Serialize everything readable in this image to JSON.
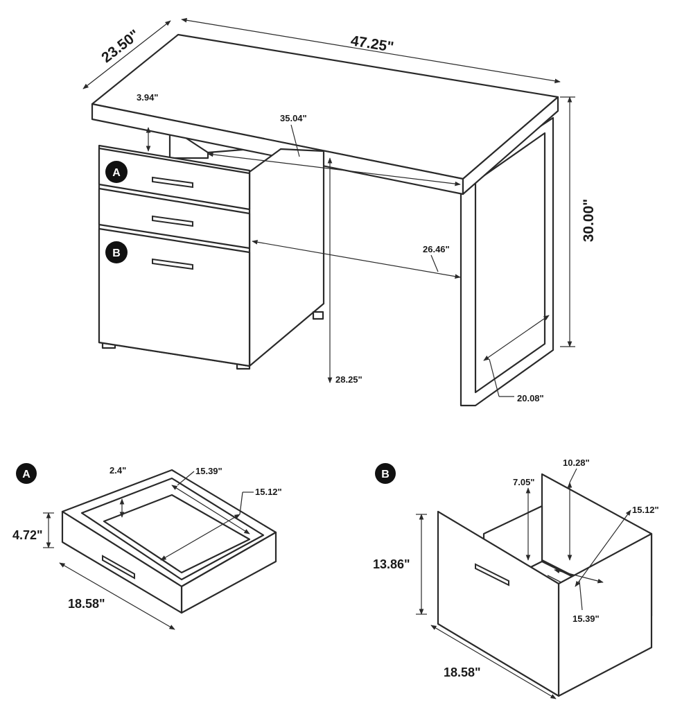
{
  "desk": {
    "dims": {
      "width": "47.25\"",
      "depth": "23.50\"",
      "height": "30.00\"",
      "leg_clearance": "28.25\"",
      "shelf_height": "3.94\"",
      "knee_width": "35.04\"",
      "knee_depth": "26.46\"",
      "leg_depth": "20.08\""
    },
    "badges": {
      "a": "A",
      "b": "B"
    }
  },
  "drawer_a": {
    "badge": "A",
    "dims": {
      "side_height": "2.4\"",
      "inner_depth": "15.39\"",
      "inner_width": "15.12\"",
      "height": "4.72\"",
      "width": "18.58\""
    }
  },
  "drawer_b": {
    "badge": "B",
    "dims": {
      "back_height": "10.28\"",
      "side_height": "7.05\"",
      "inner_width": "15.12\"",
      "height": "13.86\"",
      "inner_depth": "15.39\"",
      "width": "18.58\""
    }
  }
}
